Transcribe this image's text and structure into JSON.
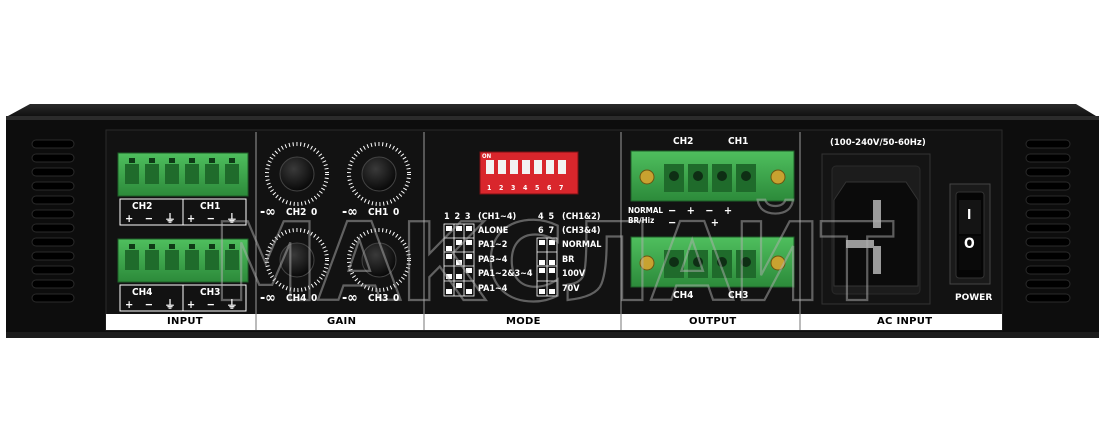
{
  "watermark": "МАКСЛАЙТ",
  "sections": {
    "input": "INPUT",
    "gain": "GAIN",
    "mode": "MODE",
    "output": "OUTPUT",
    "ac_input": "AC INPUT"
  },
  "input": {
    "top_labels": [
      "CH2",
      "CH1"
    ],
    "bottom_labels": [
      "CH4",
      "CH3"
    ],
    "pin_signs": "+ − ⏚ + − ⏚"
  },
  "gain": {
    "knob_labels": [
      "CH2",
      "CH1",
      "CH4",
      "CH3"
    ],
    "min_label": "-∞",
    "max_label": "0"
  },
  "mode": {
    "dip_on": "ON",
    "dip_numbers": [
      "1",
      "2",
      "3",
      "4",
      "5",
      "6",
      "7"
    ],
    "left_header_nums": "1 2 3",
    "left_header": "(CH1~4)",
    "left_options": [
      "ALONE",
      "PA1~2",
      "PA3~4",
      "PA1~2&3~4",
      "PA1~4"
    ],
    "right_header1_nums": "4 5",
    "right_header1": "(CH1&2)",
    "right_header2_nums": "6 7",
    "right_header2": "(CH3&4)",
    "right_options": [
      "NORMAL",
      "BR",
      "100V",
      "70V"
    ]
  },
  "output": {
    "top_labels": [
      "CH2",
      "CH1"
    ],
    "bottom_labels": [
      "CH4",
      "CH3"
    ],
    "normal_label": "NORMAL",
    "br_label": "BR/Hiz",
    "normal_signs": "−   +   −   +",
    "br_signs": "−          +"
  },
  "ac": {
    "rating": "(100-240V/50-60Hz)",
    "power": "POWER",
    "switch_on": "I",
    "switch_off": "O"
  },
  "colors": {
    "chassis": "#0c0c0c",
    "panel": "#141414",
    "terminal_green": "#3aa04a",
    "dip_red": "#d9262c",
    "section_strip": "#ffffff"
  }
}
